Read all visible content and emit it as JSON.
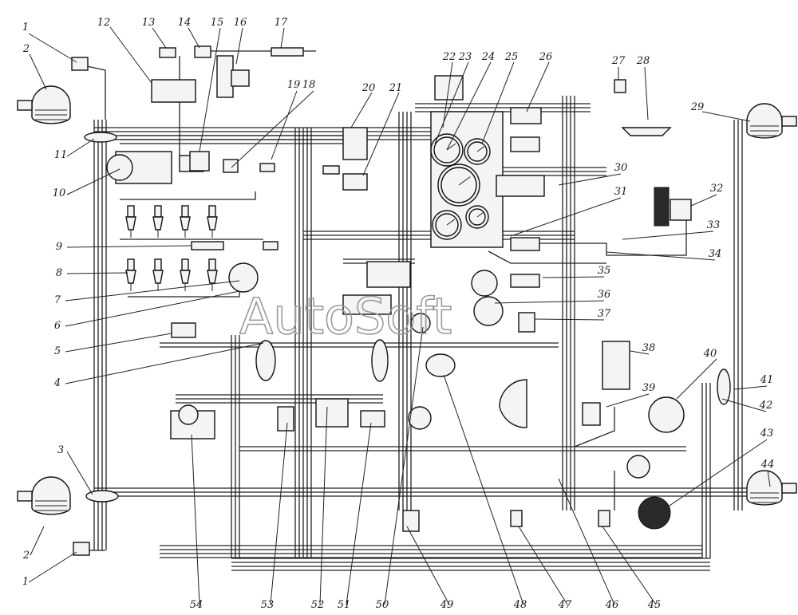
{
  "watermark": "AutoSoft",
  "labels": [
    "1",
    "2",
    "11",
    "10",
    "9",
    "8",
    "7",
    "6",
    "5",
    "4",
    "3",
    "2",
    "1",
    "12",
    "13",
    "14",
    "15",
    "16",
    "17",
    "18",
    "19",
    "20",
    "21",
    "22",
    "23",
    "24",
    "25",
    "26",
    "27",
    "28",
    "29",
    "30",
    "31",
    "32",
    "33",
    "34",
    "35",
    "36",
    "37",
    "38",
    "39",
    "40",
    "41",
    "42",
    "43",
    "44",
    "45",
    "46",
    "47",
    "48",
    "49",
    "50",
    "51",
    "52",
    "53",
    "54"
  ],
  "colors": {
    "ink": "#1a1a1a",
    "watermark": "#9a9a9a",
    "paper": "#ffffff"
  }
}
